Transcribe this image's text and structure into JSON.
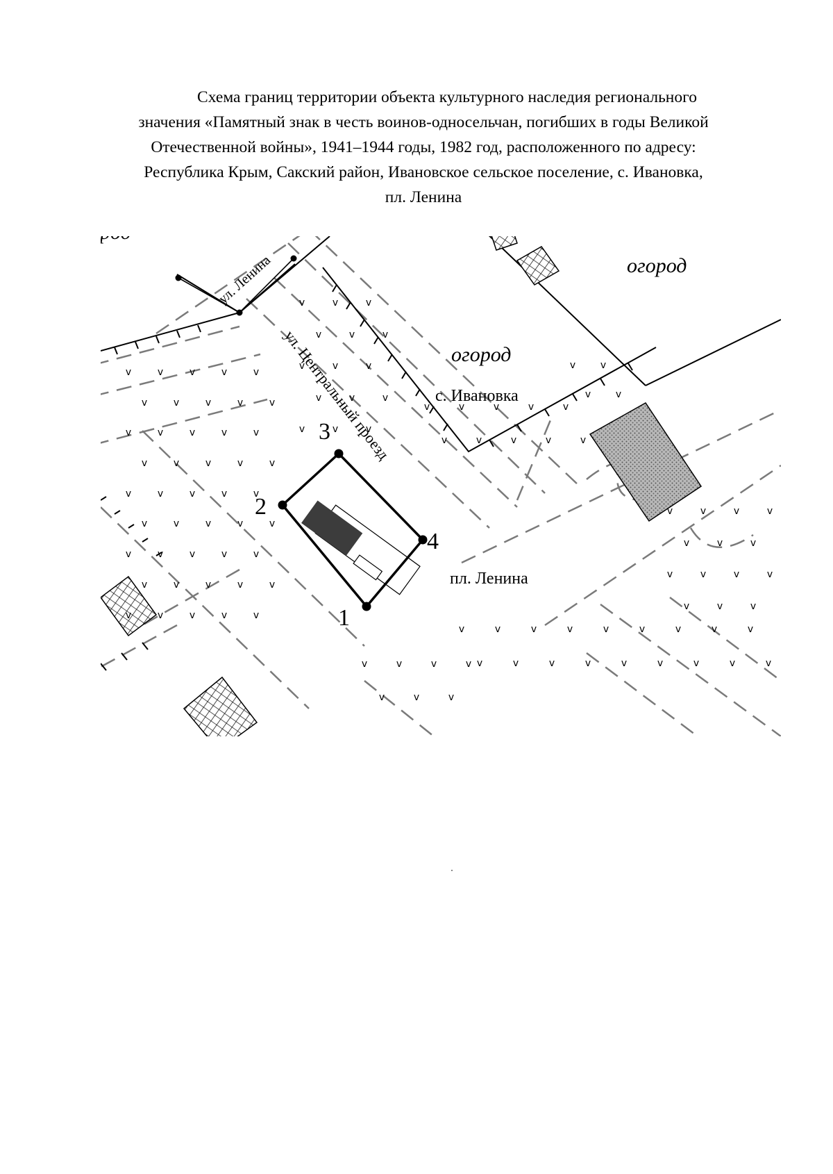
{
  "title": {
    "line1": "Схема границ территории объекта культурного наследия регионального",
    "line2": "значения «Памятный знак в честь воинов-односельчан, погибших в годы Великой",
    "line3": "Отечественной войны», 1941–1944 годы, 1982 год, расположенного по адресу:",
    "line4": "Республика Крым, Сакский район, Ивановское сельское поселение, с. Ивановка,",
    "line5": "пл. Ленина"
  },
  "map": {
    "labels": {
      "garden_top_left": "ород",
      "garden_top_right": "огород",
      "garden_center": "огород",
      "village": "с. Ивановка",
      "street_lenin": "ул. Ленина",
      "street_central": "ул. Центральный проезд",
      "square": "пл. Ленина"
    },
    "boundary_points": [
      {
        "label": "1"
      },
      {
        "label": "2"
      },
      {
        "label": "3"
      },
      {
        "label": "4"
      }
    ],
    "colors": {
      "boundary": "#000000",
      "monument_fill": "#3c3c3c",
      "hatch": "#1e1e1e",
      "dash": "#7a7a7a"
    },
    "icons": {
      "vegetation": "v-grass-symbol",
      "building": "hatched-building",
      "boundary_point": "black-dot"
    }
  }
}
